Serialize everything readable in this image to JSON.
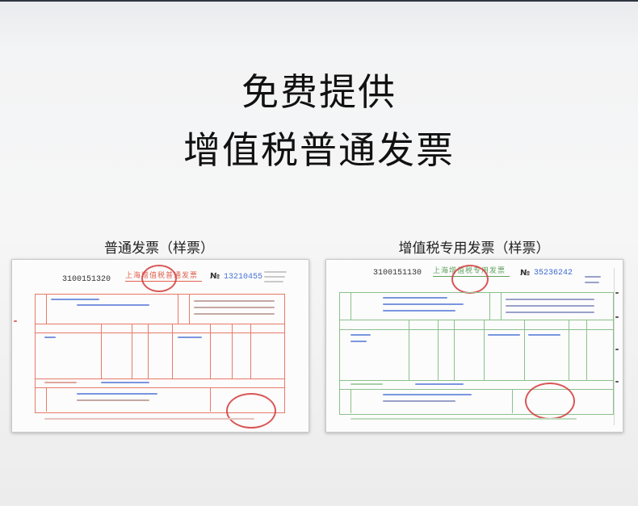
{
  "headline": {
    "line1": "免费提供",
    "line2": "增值税普通发票"
  },
  "samples": [
    {
      "caption": "普通发票（样票）",
      "code": "3100151320",
      "title": "上海增值税普通发票",
      "no_label": "№",
      "number": "13210455",
      "accent": "#e46a5a",
      "ink": "#3c6ad1"
    },
    {
      "caption": "增值税专用发票（样票）",
      "code": "3100151130",
      "title": "上海增值税专用发票",
      "no_label": "№",
      "number": "35236242",
      "accent": "#8cc08c",
      "ink": "#3c6ad1"
    }
  ]
}
